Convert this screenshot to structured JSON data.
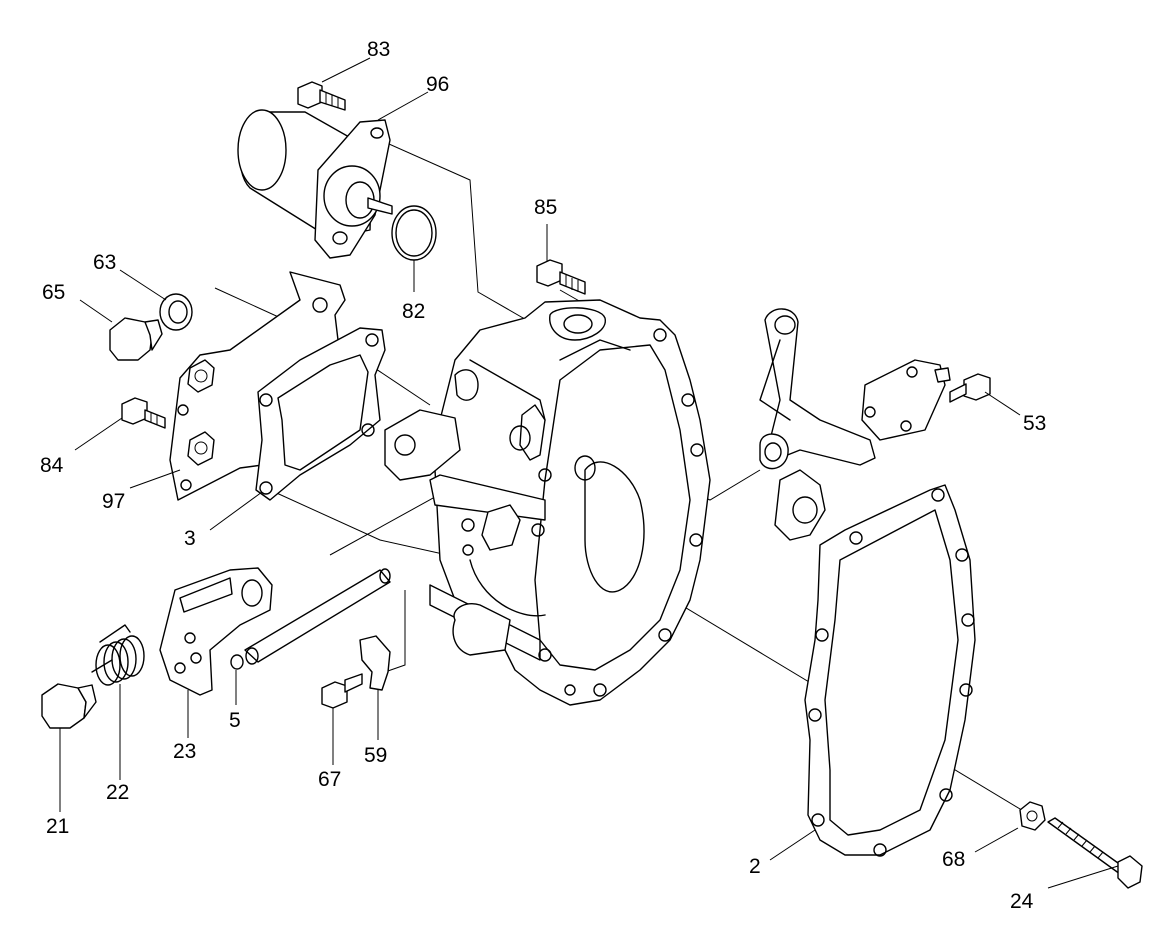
{
  "labels": {
    "p2": "2",
    "p3": "3",
    "p5": "5",
    "p21": "21",
    "p22": "22",
    "p23": "23",
    "p24": "24",
    "p53": "53",
    "p59": "59",
    "p63": "63",
    "p65": "65",
    "p67": "67",
    "p68": "68",
    "p82": "82",
    "p83": "83",
    "p84": "84",
    "p85": "85",
    "p96": "96",
    "p97": "97"
  }
}
